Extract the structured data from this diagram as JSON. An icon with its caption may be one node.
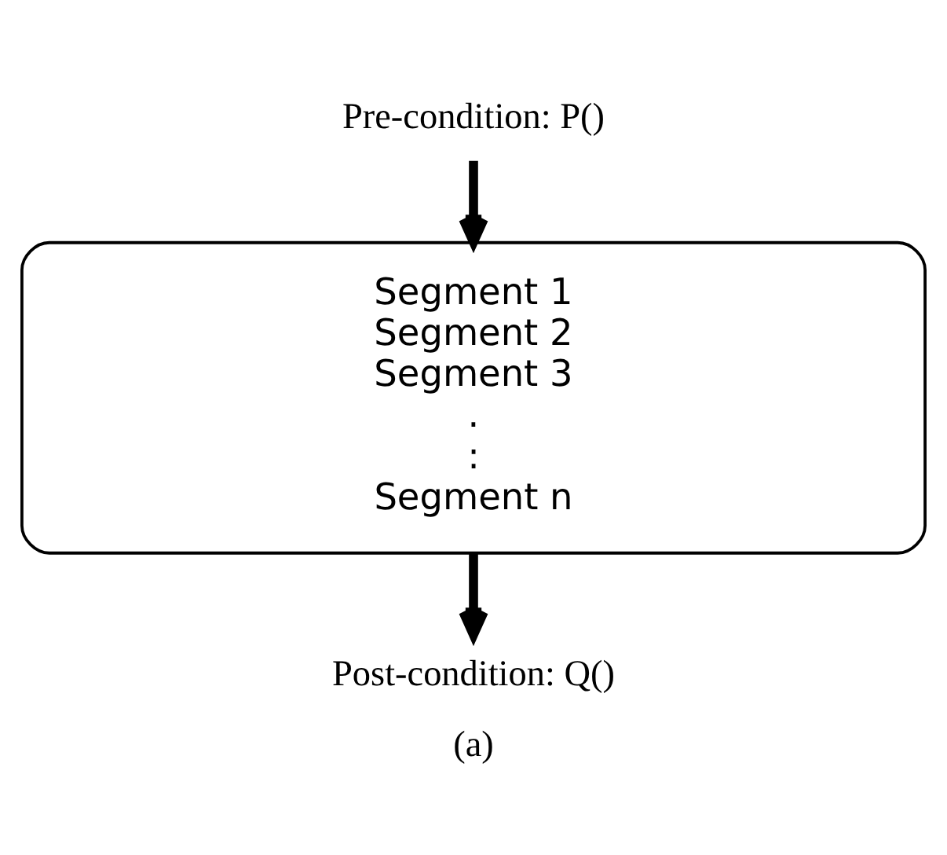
{
  "diagram": {
    "caption": "(a)",
    "nodes": [
      {
        "text": [
          "Pre-condition: P()"
        ]
      },
      {
        "text": [
          "Segment 1",
          "Segment 2",
          "Segment 3",
          ".",
          ":",
          "Segment n"
        ]
      },
      {
        "text": [
          "Post-condition: Q()"
        ]
      }
    ],
    "edges": [
      {
        "from": 0,
        "to": 1,
        "arrow": "to"
      },
      {
        "from": 1,
        "to": 2,
        "arrow": "to"
      }
    ]
  }
}
